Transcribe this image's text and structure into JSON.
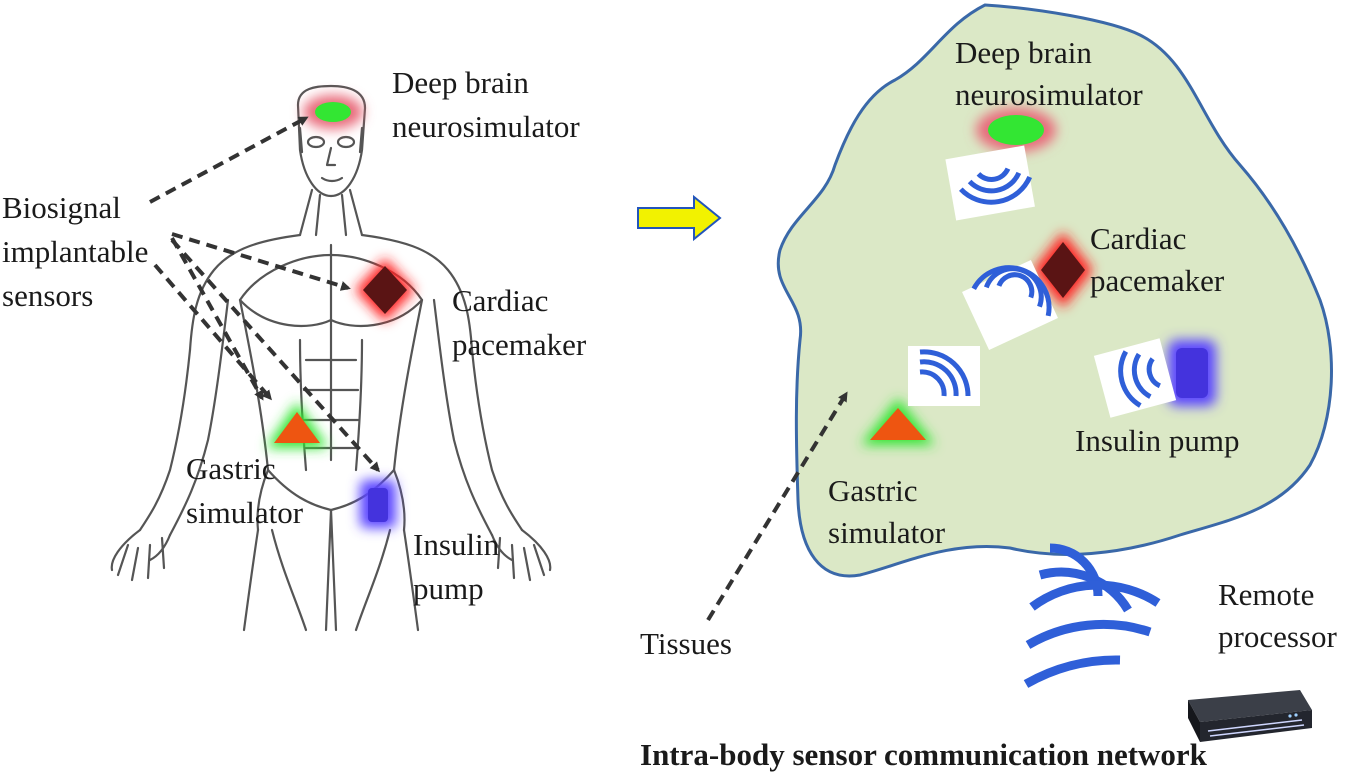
{
  "left_panel": {
    "deep_brain": [
      "Deep brain",
      "neurosimulator"
    ],
    "biosignal": [
      "Biosignal",
      "implantable",
      "sensors"
    ],
    "cardiac": [
      "Cardiac",
      "pacemaker"
    ],
    "gastric": [
      "Gastric",
      "simulator"
    ],
    "insulin": [
      "Insulin",
      "pump"
    ]
  },
  "right_panel": {
    "deep_brain": [
      "Deep brain",
      "neurosimulator"
    ],
    "cardiac": [
      "Cardiac",
      "pacemaker"
    ],
    "insulin": "Insulin pump",
    "gastric": [
      "Gastric",
      "simulator"
    ],
    "tissues": "Tissues",
    "remote": [
      "Remote",
      "processor"
    ]
  },
  "caption": "Intra-body sensor communication network",
  "colors": {
    "tissue_fill": "#dbe8c6",
    "tissue_stroke": "#3a68a8",
    "wave_blue": "#2f5fd8",
    "arrow_yellow": "#f2f200",
    "brain_device": "#33e633",
    "cardiac_device": "#5a1414",
    "gastric_device": "#ee5511",
    "insulin_device": "#4433dd"
  }
}
